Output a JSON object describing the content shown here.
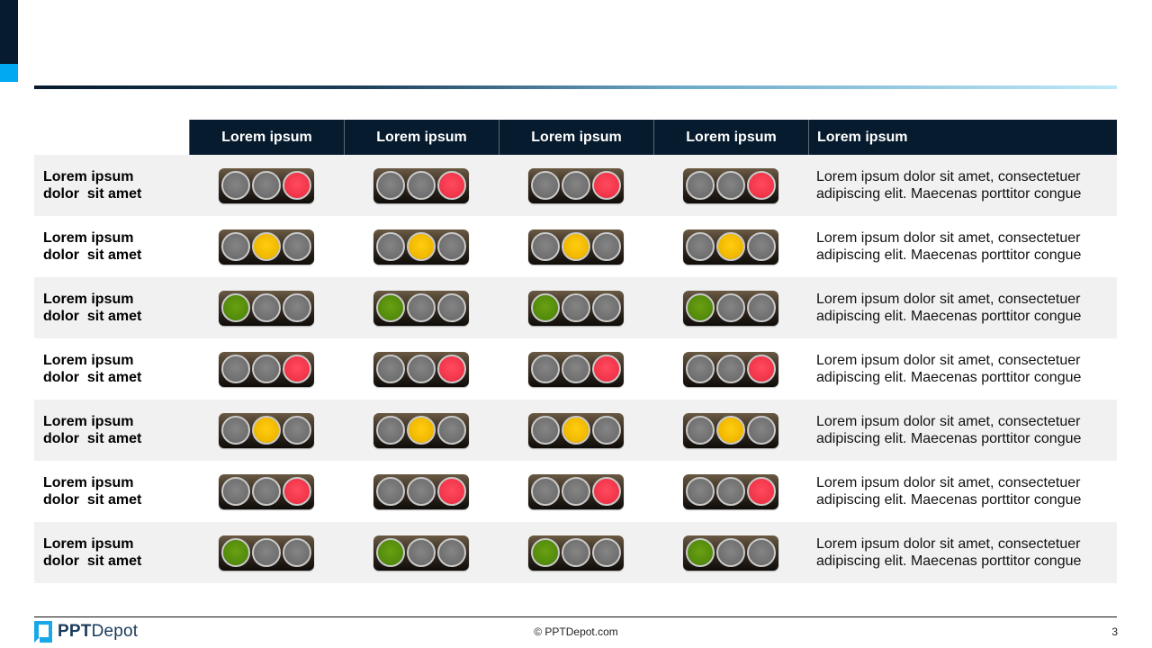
{
  "slide": {
    "page_number": "3",
    "copyright": "© PPTDepot.com",
    "logo": {
      "bold": "PPT",
      "regular": "Depot"
    },
    "colors": {
      "header_bg": "#061b2d",
      "accent_blue": "#00a9f1",
      "row_shade": "#f1f1f1"
    }
  },
  "table": {
    "headers": [
      "Lorem ipsum",
      "Lorem ipsum",
      "Lorem ipsum",
      "Lorem ipsum",
      "Lorem ipsum"
    ],
    "rows": [
      {
        "label": "Lorem ipsum\ndolor  sit amet",
        "lights": [
          "red",
          "red",
          "red",
          "red"
        ],
        "description": "Lorem ipsum dolor sit amet, consectetuer adipiscing elit. Maecenas porttitor congue"
      },
      {
        "label": "Lorem ipsum\ndolor  sit amet",
        "lights": [
          "yellow",
          "yellow",
          "yellow",
          "yellow"
        ],
        "description": "Lorem ipsum dolor sit amet, consectetuer adipiscing elit. Maecenas porttitor congue"
      },
      {
        "label": "Lorem ipsum\ndolor  sit amet",
        "lights": [
          "green",
          "green",
          "green",
          "green"
        ],
        "description": "Lorem ipsum dolor sit amet, consectetuer adipiscing elit. Maecenas porttitor congue"
      },
      {
        "label": "Lorem ipsum\ndolor  sit amet",
        "lights": [
          "red",
          "red",
          "red",
          "red"
        ],
        "description": "Lorem ipsum dolor sit amet, consectetuer adipiscing elit. Maecenas porttitor congue"
      },
      {
        "label": "Lorem ipsum\ndolor  sit amet",
        "lights": [
          "yellow",
          "yellow",
          "yellow",
          "yellow"
        ],
        "description": "Lorem ipsum dolor sit amet, consectetuer adipiscing elit. Maecenas porttitor congue"
      },
      {
        "label": "Lorem ipsum\ndolor  sit amet",
        "lights": [
          "red",
          "red",
          "red",
          "red"
        ],
        "description": "Lorem ipsum dolor sit amet, consectetuer adipiscing elit. Maecenas porttitor congue"
      },
      {
        "label": "Lorem ipsum\ndolor  sit amet",
        "lights": [
          "green",
          "green",
          "green",
          "green"
        ],
        "description": "Lorem ipsum dolor sit amet, consectetuer adipiscing elit. Maecenas porttitor congue"
      }
    ]
  }
}
